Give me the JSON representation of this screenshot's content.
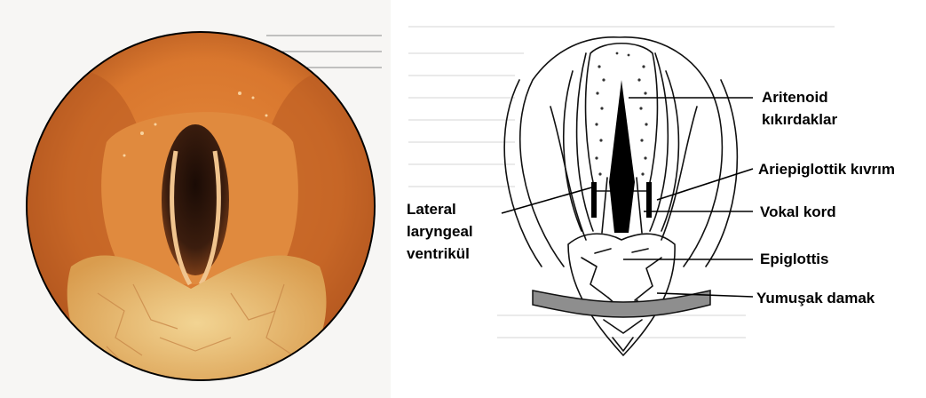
{
  "figure": {
    "left_image": {
      "icon": "laryngoscopy-photo"
    },
    "right_image": {
      "icon": "larynx-drawing"
    },
    "labels": {
      "aritenoid_line1": "Aritenoid",
      "aritenoid_line2": "kıkırdaklar",
      "ariepiglottik": "Ariepiglottik kıvrım",
      "vokal_kord": "Vokal kord",
      "epiglottis": "Epiglottis",
      "yumusak_damak": "Yumuşak damak",
      "lateral_line1": "Lateral",
      "lateral_line2": "laryngeal",
      "lateral_line3": "ventrikül"
    },
    "colors": {
      "photo_tissue": "#d9772e",
      "photo_glottis": "#2a140b",
      "photo_epiglottis": "#e9c27a",
      "soft_palate_band": "#8e8e8e"
    }
  }
}
